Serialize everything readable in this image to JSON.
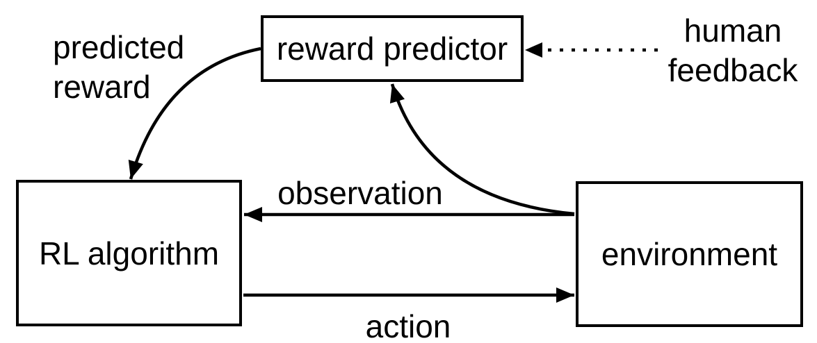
{
  "diagram": {
    "kind": "flow-diagram",
    "colors": {
      "ink": "#000000",
      "background": "#ffffff"
    },
    "nodes": {
      "reward_predictor": {
        "label": "reward predictor"
      },
      "rl_algorithm": {
        "label": "RL algorithm"
      },
      "environment": {
        "label": "environment"
      }
    },
    "edges": {
      "predicted_reward": {
        "label": "predicted reward",
        "line1": "predicted",
        "line2": "reward",
        "from": "reward predictor",
        "to": "RL algorithm",
        "style": "solid-curved-arrow"
      },
      "human_feedback": {
        "label": "human feedback",
        "line1": "human",
        "line2": "feedback",
        "from": "human feedback",
        "to": "reward predictor",
        "style": "dotted-arrow"
      },
      "observation": {
        "label": "observation",
        "from": "environment",
        "to": "RL algorithm",
        "style": "solid-arrow"
      },
      "action": {
        "label": "action",
        "from": "RL algorithm",
        "to": "environment",
        "style": "solid-arrow"
      },
      "environment_to_reward_predictor": {
        "label": "",
        "from": "environment",
        "to": "reward predictor",
        "style": "solid-curved-arrow"
      }
    }
  }
}
